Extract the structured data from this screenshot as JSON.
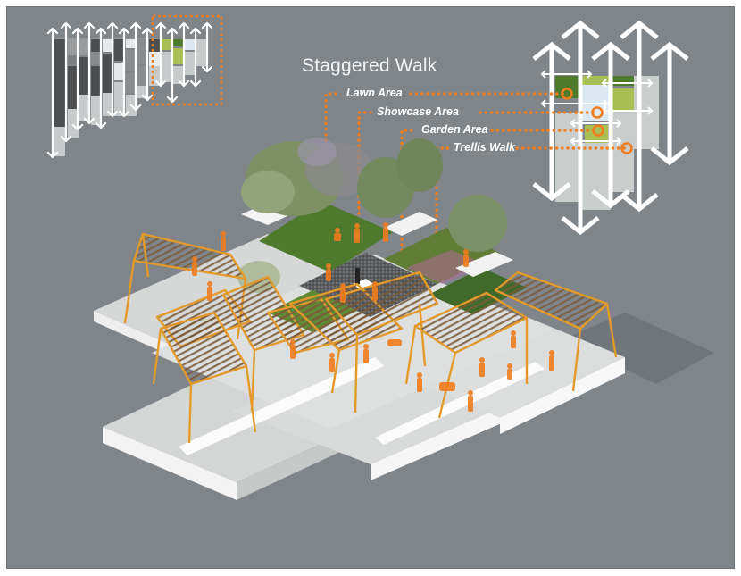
{
  "diagram": {
    "title": "Staggered Walk",
    "labels": [
      {
        "id": "lawn",
        "text": "Lawn Area"
      },
      {
        "id": "showcase",
        "text": "Showcase Area"
      },
      {
        "id": "garden",
        "text": "Garden Area"
      },
      {
        "id": "trellis",
        "text": "Trellis Walk"
      }
    ],
    "colors": {
      "background": "#80858a",
      "accent_orange": "#f07d1e",
      "trellis_wood": "#e39a2b",
      "concrete": "#d7d8d8",
      "concrete_edge": "#f6f6f6",
      "lawn_green": "#4e7a2c",
      "light_green": "#a9bf54",
      "pale_blue": "#dde8f0",
      "pale_gray": "#c9cdcc",
      "dark_gray_block": "#4c4e50",
      "arrow_white": "#ffffff"
    },
    "icons": [
      "bidirectional-arrow-icon",
      "location-circle-icon"
    ]
  }
}
